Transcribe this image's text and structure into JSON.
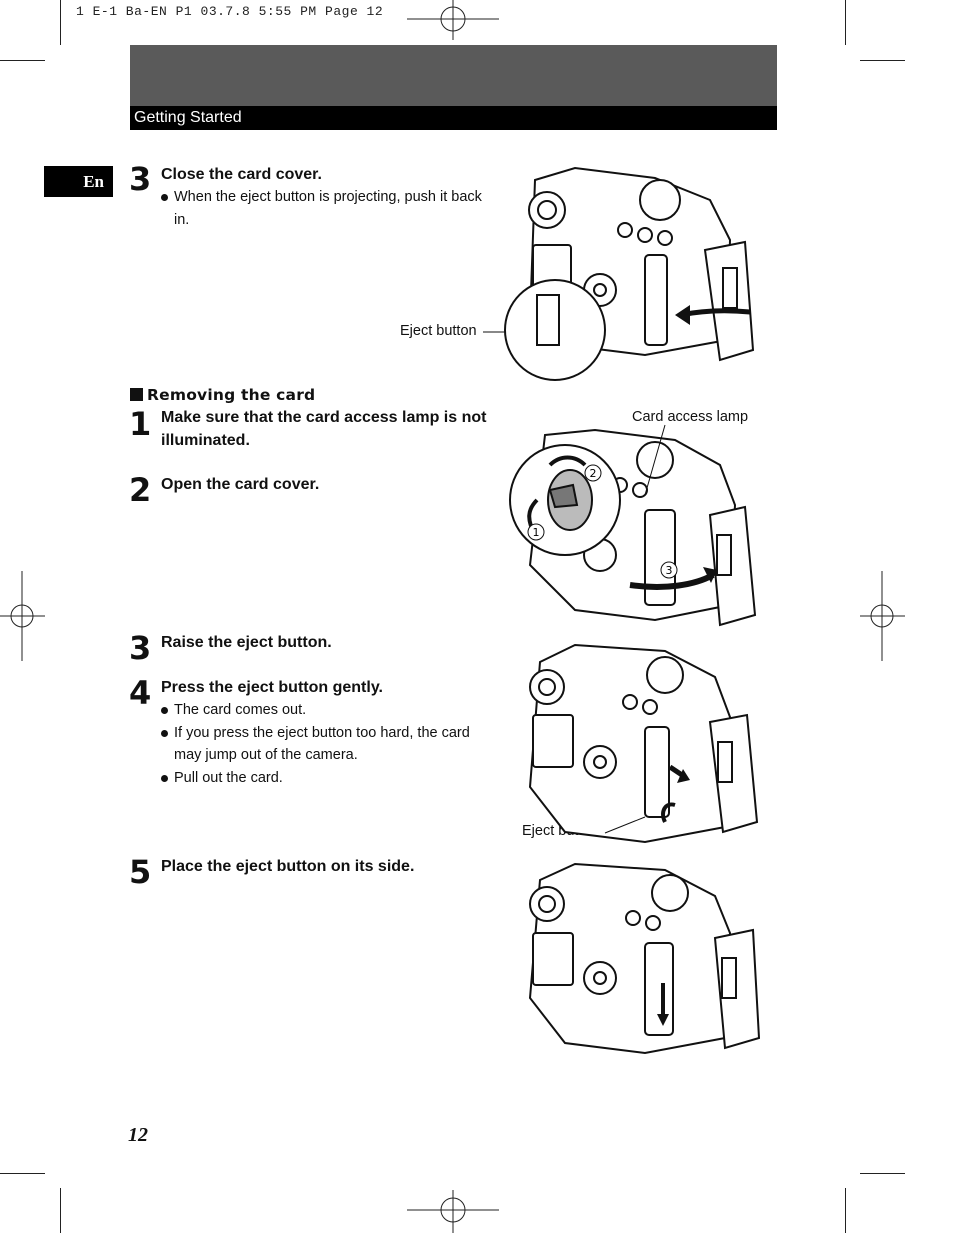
{
  "print_line": "1 E-1 Ba-EN P1  03.7.8 5:55 PM  Page 12",
  "section_title": "Getting Started",
  "language_tab": "En",
  "page_number": "12",
  "close_cover_step": {
    "number": "3",
    "title": "Close the card cover.",
    "bullets": [
      "When the eject button is projecting, push it back in."
    ],
    "callout": "Eject button"
  },
  "removing_card": {
    "heading": "Removing the card",
    "steps": [
      {
        "number": "1",
        "title": "Make sure that the card access lamp is not illuminated."
      },
      {
        "number": "2",
        "title": "Open the card cover."
      },
      {
        "number": "3",
        "title": "Raise the eject button."
      },
      {
        "number": "4",
        "title": "Press the eject button gently.",
        "bullets": [
          "The card comes out.",
          "If you press the eject button too hard, the card may jump out of the camera.",
          "Pull out the card."
        ]
      },
      {
        "number": "5",
        "title": "Place the eject button on its side."
      }
    ],
    "callouts": {
      "card_access_lamp": "Card access lamp",
      "eject_button": "Eject button"
    },
    "figure_markers": [
      "1",
      "2",
      "3"
    ]
  }
}
